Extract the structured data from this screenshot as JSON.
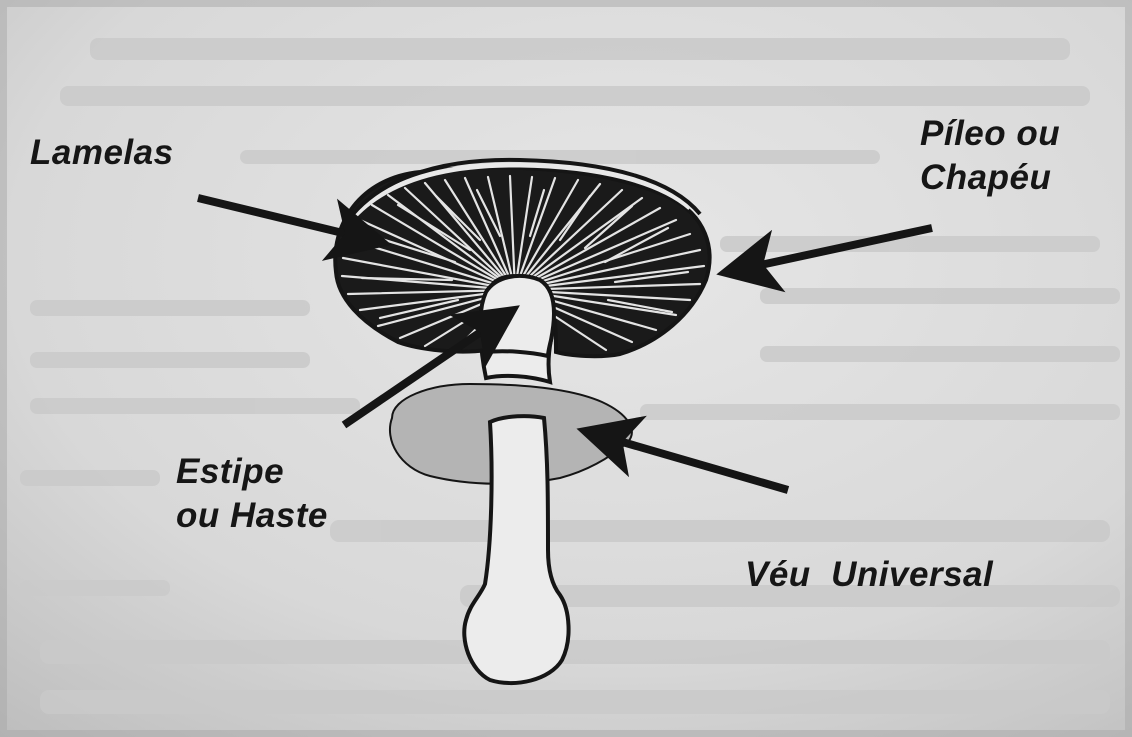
{
  "labels": {
    "lamelas": "Lamelas",
    "pileo_line1": "Píleo ou",
    "pileo_line2": "Chapéu",
    "estipe_line1": "Estipe",
    "estipe_line2": "ou Haste",
    "veu": "Véu  Universal"
  },
  "colors": {
    "paper": "#dedede",
    "ink": "#151515",
    "veil": "#b4b4b4"
  }
}
